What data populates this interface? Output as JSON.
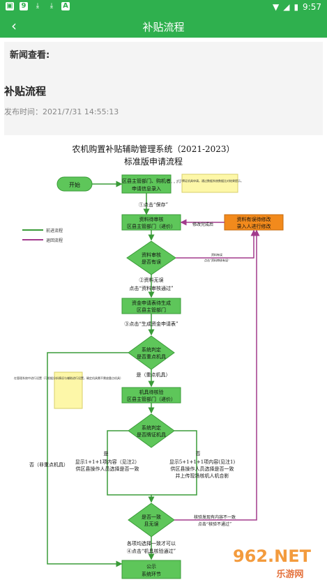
{
  "status_bar": {
    "time": "9:57",
    "left_icons": [
      "notification-icon-1",
      "notification-icon-2",
      "download-icon",
      "download-icon",
      "app-icon"
    ],
    "right_icons": [
      "wifi-icon",
      "signal-icon",
      "battery-icon"
    ]
  },
  "app_bar": {
    "title": "补贴流程",
    "back_icon": "chevron-left-icon"
  },
  "news": {
    "label": "新闻查看:",
    "title": "补贴流程",
    "publish_time": "发布时间：2021/7/31 14:55:13"
  },
  "flow": {
    "title_line1": "农机购置补贴辅助管理系统（2021-2023）",
    "title_line2": "标准版申请流程",
    "start": "开始",
    "step1_a": "区县主管部门、购机者",
    "step1_b": "申请信息录入",
    "note1": "对于牌证机具申请，通过数据系统数据比对结果提示。",
    "legend_forward": "前进流程",
    "legend_back": "退回流程",
    "click_save": "①点击“保存”",
    "step2_a": "资料待审核",
    "step2_b": "区县主管部门（递价）",
    "modify_done": "修改完成后",
    "fix_a": "资料有误待修改",
    "fix_b": "录入人进行修改",
    "dec1_a": "资料审核",
    "dec1_b": "是否有误",
    "dec1_yes": "资料有误",
    "dec1_yes_click": "点击“资料审核有误”",
    "dec1_no": "②资料无误",
    "dec1_no_click": "点击“资料审核通过”",
    "step3_a": "资金申请表待生成",
    "step3_b": "区县主管部门",
    "click_gen": "③点击“生成资金申请表”",
    "dec2_a": "系统判定",
    "dec2_b": "是否重点机具",
    "note2": "在管理系统中进行设置（可根据分析情况与辅助进行设置，确定机具需不需放重点机具）",
    "dec2_yes": "是（重点机具）",
    "dec2_no": "否（非重点机具）",
    "step4_a": "机具待核验",
    "step4_b": "区县主管部门（递价）",
    "dec3_a": "系统判定",
    "dec3_b": "是否牌证机具",
    "yes_label": "是",
    "no_label": "否",
    "yes_text1": "显示1+1+1项内容（见注2）",
    "yes_text2": "供区县操作人员选择是否一致",
    "no_text1": "显示5+1+1+1项内容(见注1)",
    "no_text2": "供区县操作人员选择是否一致",
    "no_text3": "并上传现场核机人机合影",
    "dec4_a": "是否一致",
    "dec4_b": "且无误",
    "verify_fail_1": "核验发现有内容不一致",
    "verify_fail_2": "点击“核验不通过”",
    "pass_1": "各项均选择一致才可以",
    "pass_2": "④点击“机具核验通过”",
    "step5_a": "公示",
    "step5_b": "系统环节"
  },
  "watermark": {
    "brand": "962.NET",
    "sub": "乐游网"
  },
  "colors": {
    "green": "#2fb04e",
    "flow_green": "#5ec65a",
    "flow_green_dark": "#3a9b38",
    "orange": "#f28a1c",
    "purple": "#a23a8c",
    "note_yellow": "#fdf7a8"
  }
}
